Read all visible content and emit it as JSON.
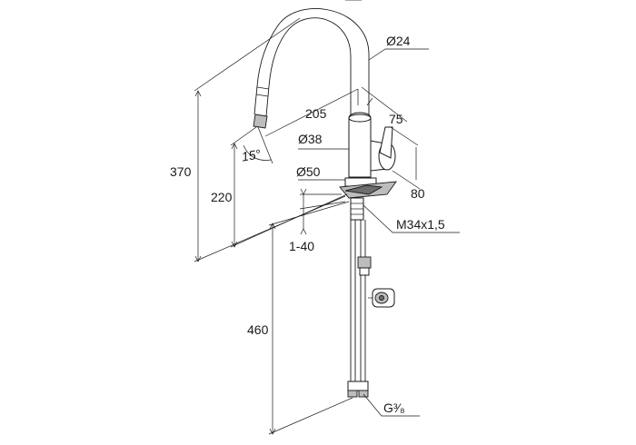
{
  "dimensions": {
    "d_spout": "Ø24",
    "reach": "205",
    "d_body_top": "75",
    "d_body": "Ø38",
    "angle": "15°",
    "d_base": "Ø50",
    "height_total": "370",
    "height_outlet": "220",
    "lever": "80",
    "thread": "M34x1,5",
    "deck": "1-40",
    "hose_length": "460",
    "connection": "G³⁄₈"
  },
  "colors": {
    "line": "#1a1a1a",
    "shade": "#bdbdbd",
    "dark": "#6d6d6d"
  }
}
